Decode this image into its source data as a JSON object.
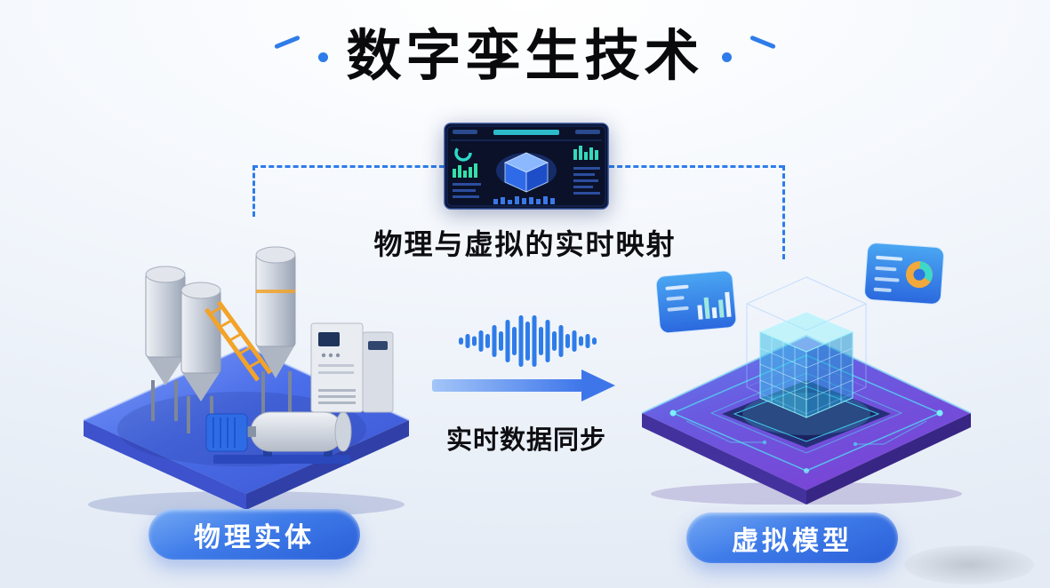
{
  "header": {
    "title": "数字孪生技术"
  },
  "captions": {
    "mapping": "物理与虚拟的实时映射",
    "sync": "实时数据同步"
  },
  "labels": {
    "physical": "物理实体",
    "virtual": "虚拟模型"
  },
  "colors": {
    "accent_blue": "#2E7CE9",
    "title_text": "#0A0A0C",
    "pill_gradient_start": "#74A9F4",
    "pill_gradient_end": "#2A5FD8",
    "platform_physical_blue": "#4A6DE9",
    "platform_virtual_purple": "#7A44D6",
    "wireframe_cyan": "#54D8F0",
    "dashboard_bg": "#0A1128"
  },
  "icons": {
    "dashboard": "monitoring-dashboard",
    "waveform": "audio-waveform-icon",
    "arrow": "arrow-right-icon",
    "left_scene": "industrial-plant-3d",
    "right_scene": "wireframe-hologram-3d"
  }
}
